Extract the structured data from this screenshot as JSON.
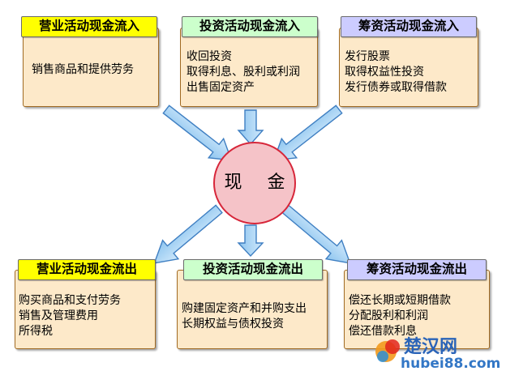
{
  "center": {
    "label": "现 金"
  },
  "boxes": {
    "top_left": {
      "header": "营业活动现金流入",
      "lines": [
        "销售商品和提供劳务"
      ]
    },
    "top_mid": {
      "header": "投资活动现金流入",
      "lines": [
        "收回投资",
        "取得利息、股利或利润",
        "出售固定资产"
      ]
    },
    "top_right": {
      "header": "筹资活动现金流入",
      "lines": [
        "发行股票",
        "取得权益性投资",
        "发行债券或取得借款"
      ]
    },
    "bot_left": {
      "header": "营业活动现金流出",
      "lines": [
        "购买商品和支付劳务",
        "销售及管理费用",
        "所得税"
      ]
    },
    "bot_mid": {
      "header": "投资活动现金流出",
      "lines": [
        "购建固定资产和并购支出",
        "长期权益与债权投资"
      ]
    },
    "bot_right": {
      "header": "筹资活动现金流出",
      "lines": [
        "偿还长期或短期借款",
        "分配股利和利润",
        "偿还借款利息"
      ]
    }
  },
  "watermark": {
    "brand": "楚汉网",
    "domain": "hubei88.com"
  },
  "colors": {
    "box_fill": "#fde9c9",
    "box_border": "#a06a22",
    "hdr_yellow": "#ffff00",
    "hdr_green": "#ccffcc",
    "hdr_lavender": "#ccccff",
    "arrow_fill": "#a7d4f5",
    "arrow_stroke": "#3f7fc2",
    "circle_fill": "#f5c3c8",
    "circle_stroke": "#d7263a"
  }
}
